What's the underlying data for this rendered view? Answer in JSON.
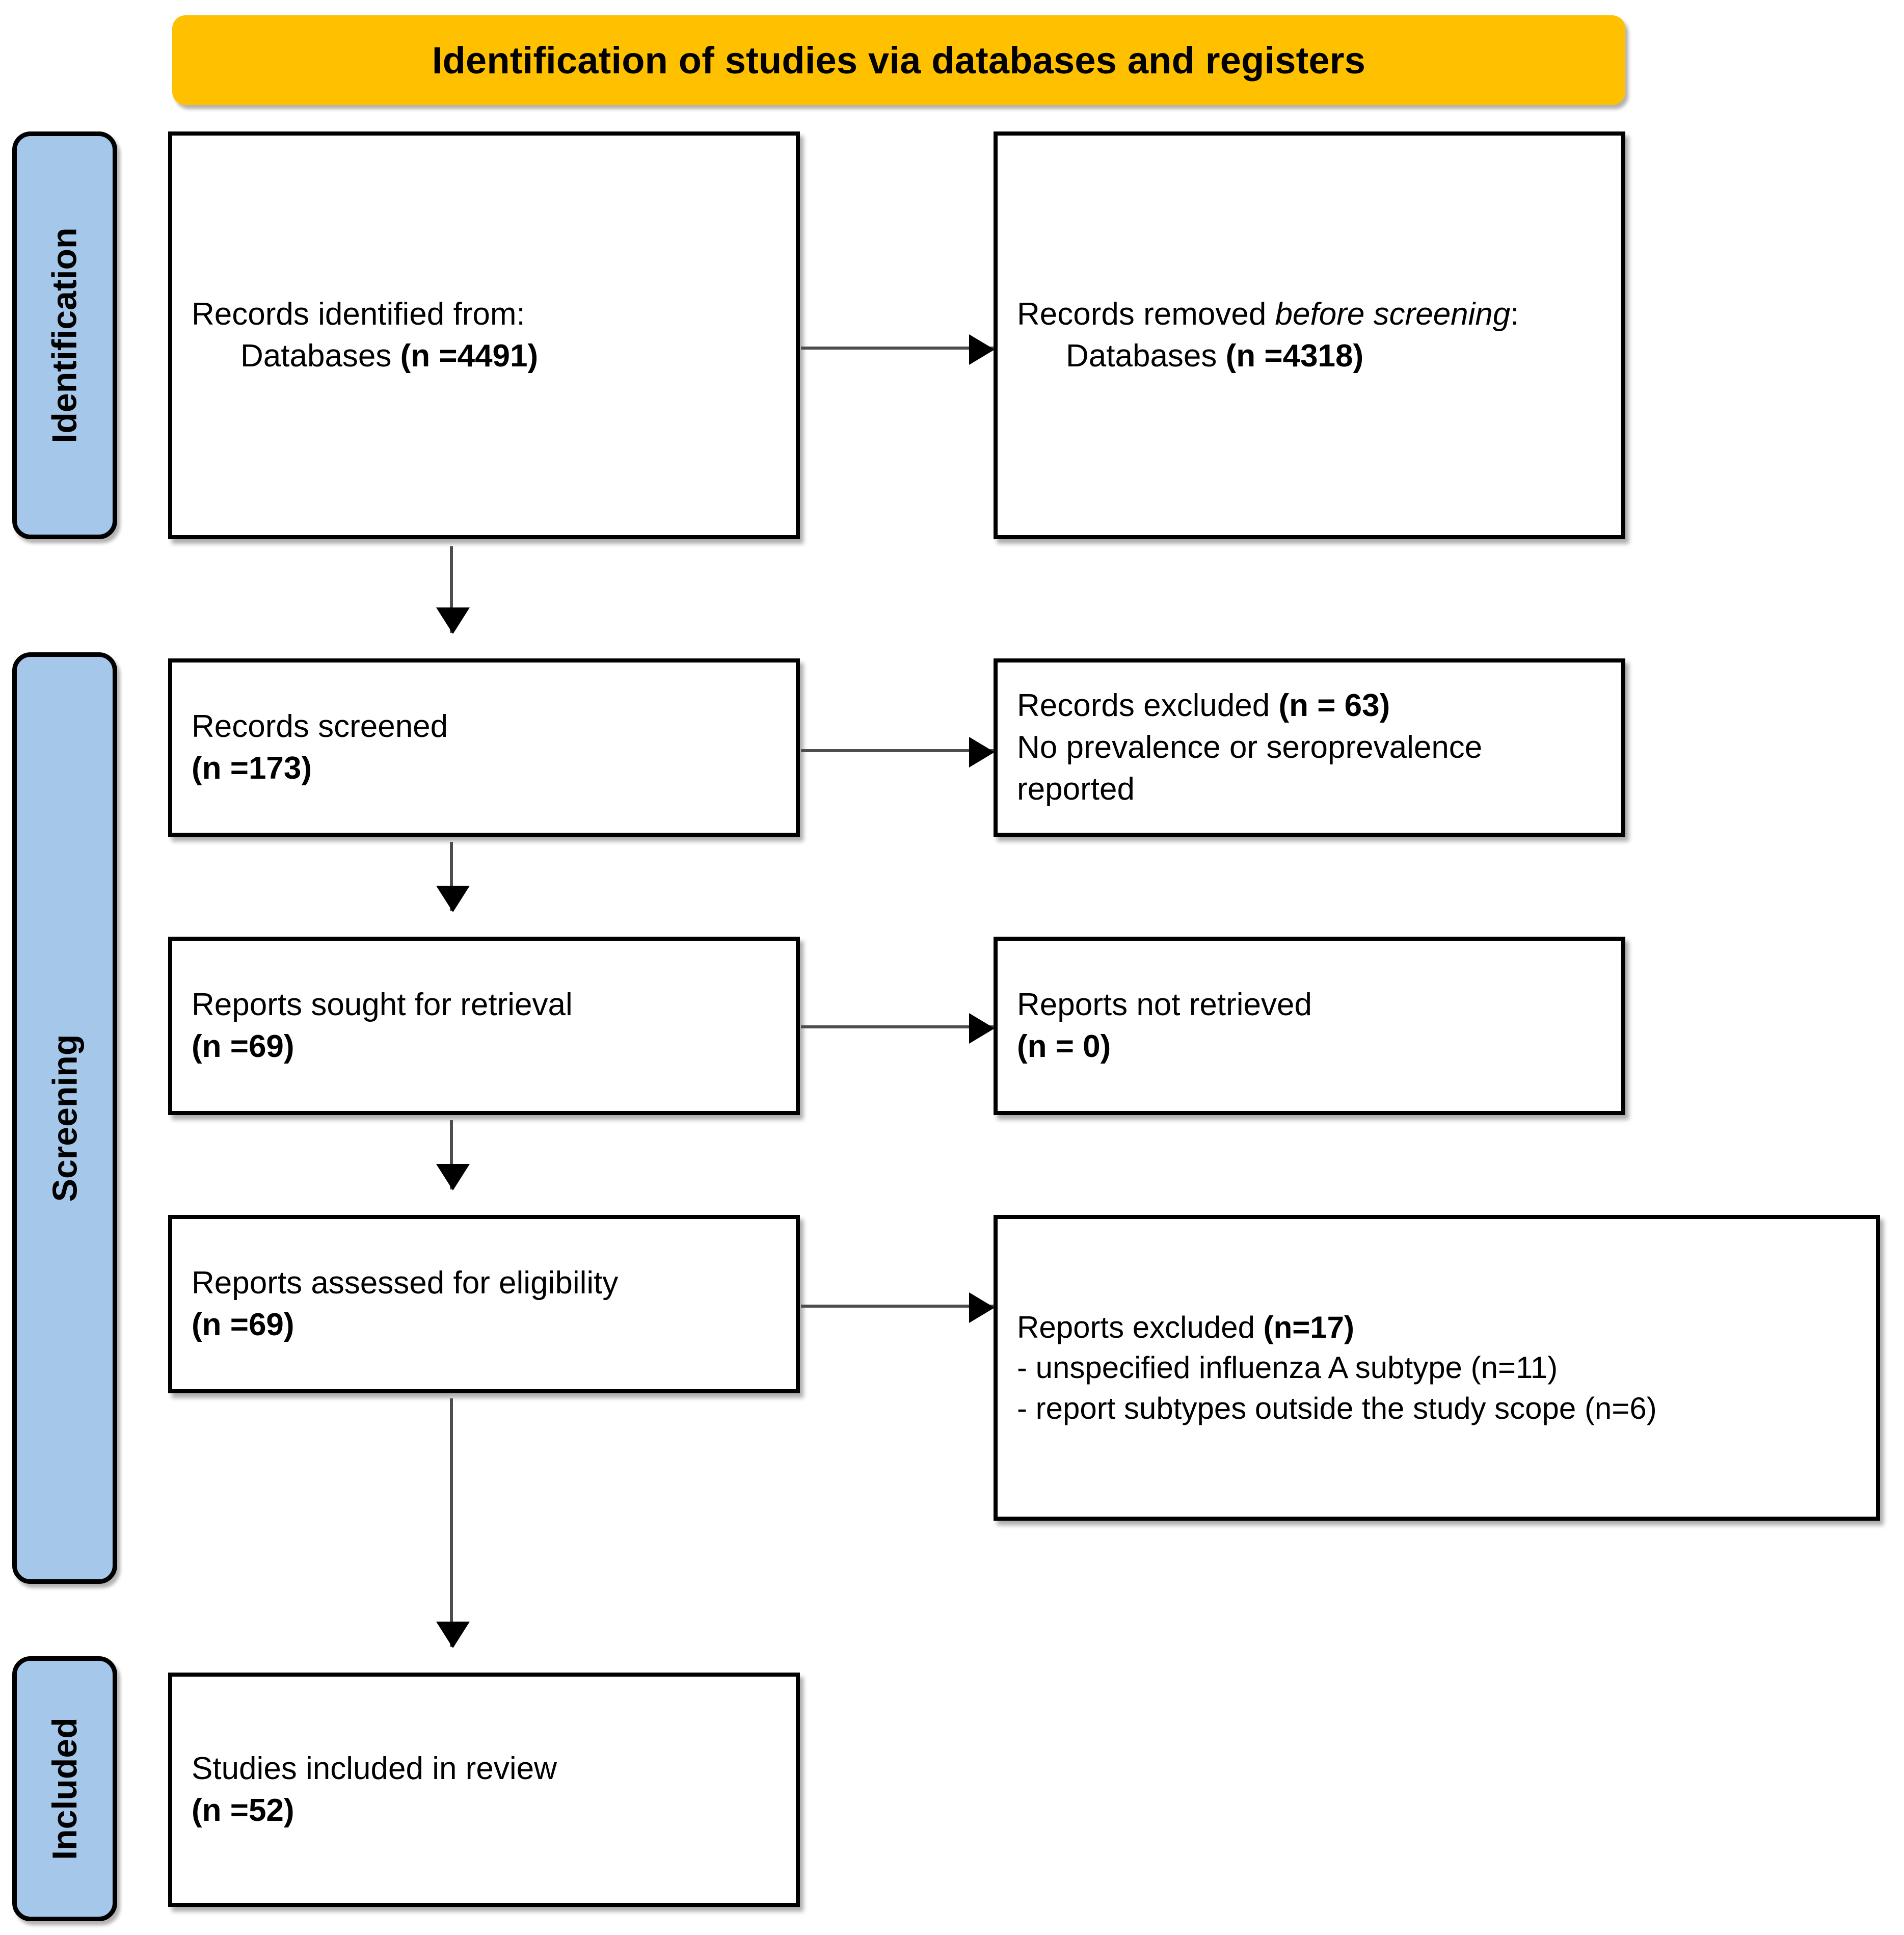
{
  "header": {
    "title": "Identification of studies via databases and registers",
    "background_color": "#FFC000"
  },
  "stages": {
    "color": "#A5C7E9",
    "identification": "Identification",
    "screening": "Screening",
    "included": "Included"
  },
  "boxes": {
    "identified": {
      "line1": "Records identified from:",
      "line2_label": "Databases ",
      "line2_count": "(n =4491)"
    },
    "removed_before_screening": {
      "line1_prefix": "Records removed ",
      "line1_italic": "before screening",
      "line1_suffix": ":",
      "line2_label": "Databases ",
      "line2_count": "(n =4318)"
    },
    "records_screened": {
      "line1": "Records screened",
      "line2_count": "(n =173)"
    },
    "records_excluded": {
      "line1_label": "Records excluded ",
      "line1_count": "(n = 63)",
      "line2": "No prevalence or seroprevalence reported"
    },
    "reports_sought": {
      "line1": "Reports sought for retrieval",
      "line2_count": "(n =69)"
    },
    "reports_not_retrieved": {
      "line1": "Reports not retrieved",
      "line2_count": "(n = 0)"
    },
    "reports_assessed": {
      "line1": "Reports assessed for eligibility",
      "line2_count": "(n =69)"
    },
    "reports_excluded": {
      "line1_label": "Reports excluded ",
      "line1_count": "(n=17)",
      "line2": "- unspecified influenza A subtype (n=11)",
      "line3": "- report subtypes outside the study scope (n=6)"
    },
    "studies_included": {
      "line1": "Studies included in review",
      "line2_count": "(n =52)"
    }
  }
}
